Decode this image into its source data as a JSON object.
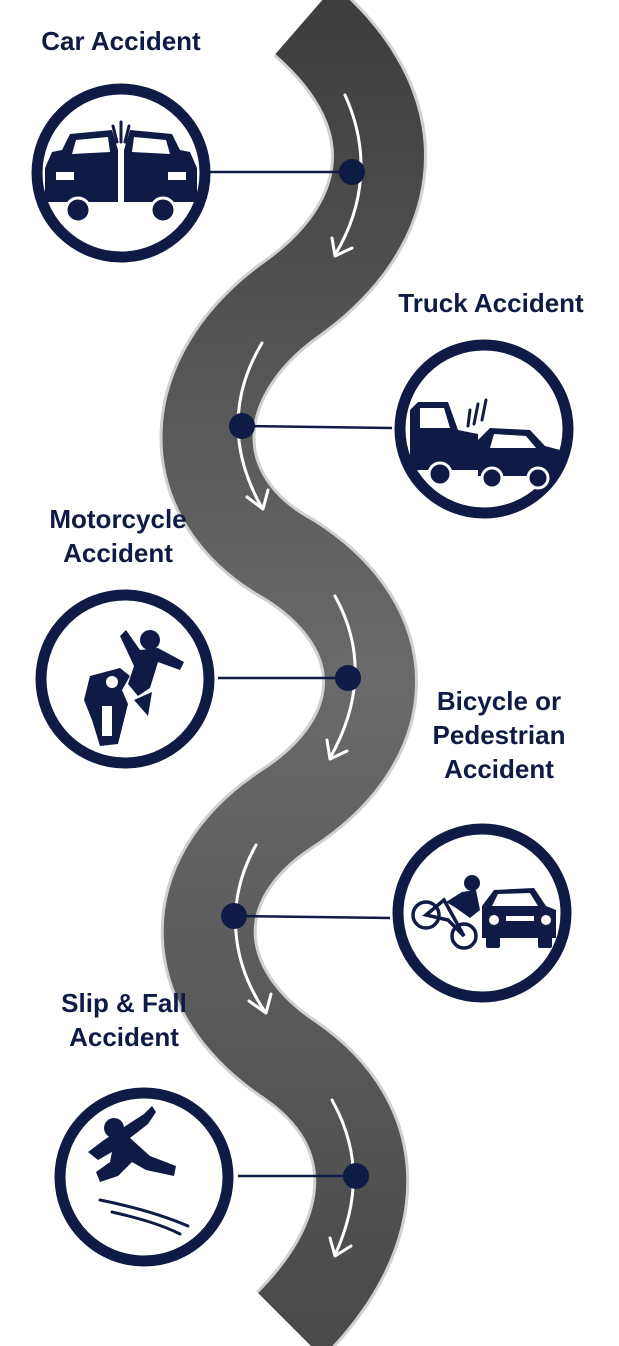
{
  "colors": {
    "navy": "#0f1b45",
    "road": "#555555",
    "road_edge": "#cfcfcf",
    "arrow": "#ffffff"
  },
  "items": [
    {
      "lines": [
        "Car Accident"
      ],
      "icon": "car-collision-icon"
    },
    {
      "lines": [
        "Truck Accident"
      ],
      "icon": "truck-collision-icon"
    },
    {
      "lines": [
        "Motorcycle",
        "Accident"
      ],
      "icon": "motorcycle-crash-icon"
    },
    {
      "lines": [
        "Bicycle or",
        "Pedestrian",
        "Accident"
      ],
      "icon": "bicycle-car-crash-icon"
    },
    {
      "lines": [
        "Slip & Fall",
        "Accident"
      ],
      "icon": "slip-fall-icon"
    }
  ]
}
